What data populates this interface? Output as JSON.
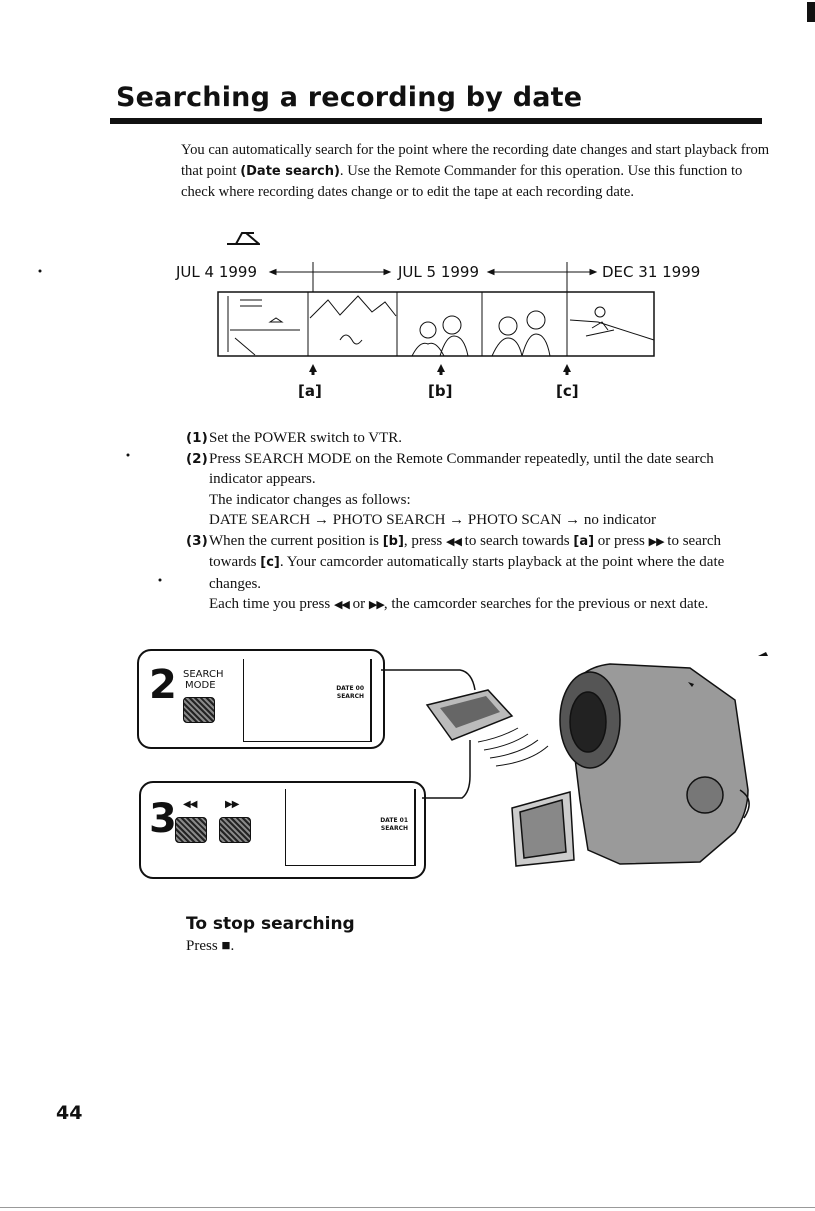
{
  "title": "Searching a recording by date",
  "intro": {
    "part1": "You can automatically search for the point where the recording date changes and start playback from that point ",
    "bold": "(Date search)",
    "part2": ". Use the Remote Commander for this operation. Use this function to check where recording dates change or to edit the tape at each recording date."
  },
  "timeline": {
    "dates": [
      "JUL 4 1999",
      "JUL 5 1999",
      "DEC 31 1999"
    ],
    "positions": [
      "[a]",
      "[b]",
      "[c]"
    ]
  },
  "steps": [
    {
      "num": "(1)",
      "text": "Set the POWER switch to VTR."
    },
    {
      "num": "(2)",
      "line1": "Press SEARCH MODE on the Remote Commander repeatedly, until the date search indicator appears.",
      "line2": "The indicator changes as follows:",
      "line3": "DATE SEARCH → PHOTO SEARCH → PHOTO SCAN → no indicator"
    },
    {
      "num": "(3)",
      "a": "When the current position is ",
      "b": "[b]",
      "c": ", press ",
      "prev": "◀◀",
      "d": " to search towards ",
      "e": "[a]",
      "f": " or press ",
      "next": "▶▶",
      "g": " to search towards ",
      "h": "[c]",
      "i": ". Your camcorder automatically starts playback at the point where the date changes.",
      "j": "Each time you press ",
      "k": " or ",
      "l": ", the camcorder searches for the previous or next date."
    }
  ],
  "panels": {
    "p2": {
      "num": "2",
      "label1": "SEARCH",
      "label2": "MODE",
      "screen1": "DATE 00",
      "screen2": "SEARCH"
    },
    "p3": {
      "num": "3",
      "prev": "◀◀",
      "next": "▶▶",
      "screen1": "DATE 01",
      "screen2": "SEARCH"
    }
  },
  "stop": {
    "title": "To stop searching",
    "text": "Press ■."
  },
  "page_number": "44"
}
